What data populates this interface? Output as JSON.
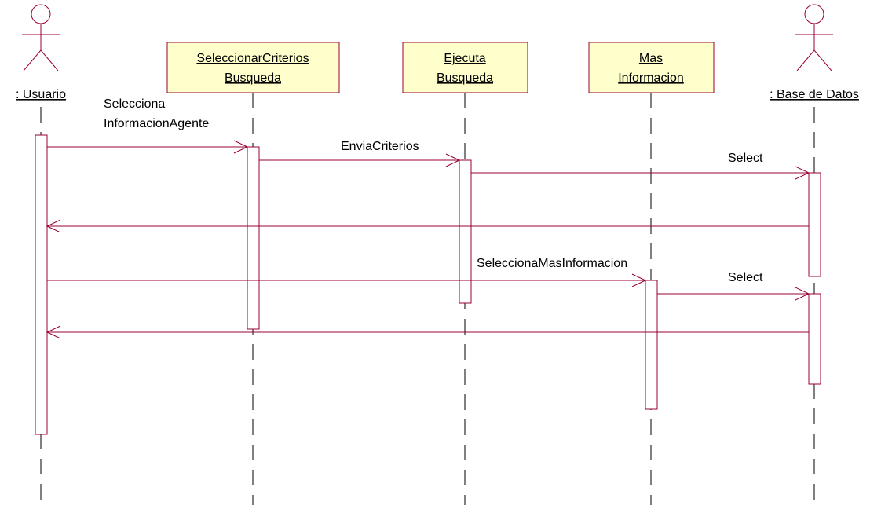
{
  "actors": [
    {
      "id": "usuario",
      "label": ": Usuario"
    },
    {
      "id": "base_datos",
      "label": ": Base de Datos"
    }
  ],
  "objects": [
    {
      "id": "seleccionar",
      "lines": [
        "SeleccionarCriterios",
        "Busqueda"
      ]
    },
    {
      "id": "ejecuta",
      "lines": [
        "Ejecuta",
        "Busqueda"
      ]
    },
    {
      "id": "mas",
      "lines": [
        "Mas",
        "Informacion"
      ]
    }
  ],
  "messages": [
    {
      "id": "m1",
      "from": "usuario",
      "to": "seleccionar",
      "lines": [
        "Selecciona",
        "InformacionAgente"
      ]
    },
    {
      "id": "m2",
      "from": "seleccionar",
      "to": "ejecuta",
      "lines": [
        "EnviaCriterios"
      ]
    },
    {
      "id": "m3",
      "from": "ejecuta",
      "to": "base_datos",
      "lines": [
        "Select"
      ]
    },
    {
      "id": "m4",
      "from": "base_datos",
      "to": "usuario",
      "lines": []
    },
    {
      "id": "m5",
      "from": "usuario",
      "to": "mas",
      "lines": [
        "SeleccionaMasInformacion"
      ]
    },
    {
      "id": "m6",
      "from": "mas",
      "to": "base_datos",
      "lines": [
        "Select"
      ]
    },
    {
      "id": "m7",
      "from": "base_datos",
      "to": "usuario",
      "lines": []
    }
  ],
  "colors": {
    "line": "#990033",
    "object_fill": "#ffffcc"
  }
}
